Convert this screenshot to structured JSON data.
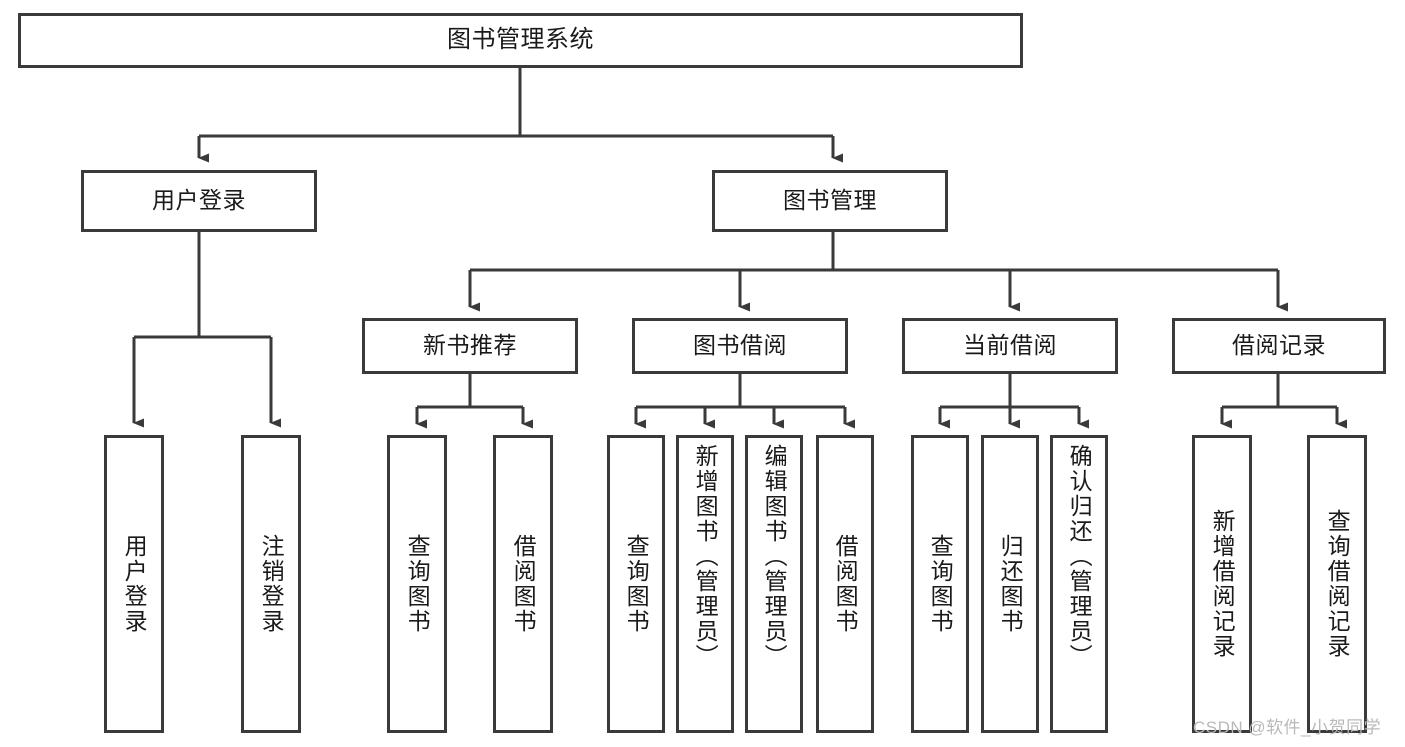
{
  "diagram": {
    "type": "tree-hierarchy",
    "title": "图书管理系统",
    "orientation": "top-down",
    "colors": {
      "node_border": "#3a3a3a",
      "node_fill": "#ffffff",
      "connector": "#3a3a3a",
      "text": "#1a1a1a",
      "watermark": "#b9b9b9",
      "background": "#ffffff"
    },
    "root": {
      "label": "图书管理系统"
    },
    "level2": [
      {
        "id": "user-login",
        "label": "用户登录"
      },
      {
        "id": "book-management",
        "label": "图书管理"
      }
    ],
    "level3": [
      {
        "id": "new-book-recommend",
        "label": "新书推荐",
        "parent": "book-management"
      },
      {
        "id": "book-borrow",
        "label": "图书借阅",
        "parent": "book-management"
      },
      {
        "id": "current-borrow",
        "label": "当前借阅",
        "parent": "book-management"
      },
      {
        "id": "borrow-record",
        "label": "借阅记录",
        "parent": "book-management"
      }
    ],
    "leaves": {
      "user-login": [
        {
          "id": "leaf-user-login",
          "label": "用户登录"
        },
        {
          "id": "leaf-user-logout",
          "label": "注销登录"
        }
      ],
      "new-book-recommend": [
        {
          "id": "leaf-query-book-1",
          "label": "查询图书"
        },
        {
          "id": "leaf-borrow-book-1",
          "label": "借阅图书"
        }
      ],
      "book-borrow": [
        {
          "id": "leaf-query-book-2",
          "label": "查询图书"
        },
        {
          "id": "leaf-add-book",
          "label": "新增图书（管理员）"
        },
        {
          "id": "leaf-edit-book",
          "label": "编辑图书（管理员）"
        },
        {
          "id": "leaf-borrow-book-2",
          "label": "借阅图书"
        }
      ],
      "current-borrow": [
        {
          "id": "leaf-query-book-3",
          "label": "查询图书"
        },
        {
          "id": "leaf-return-book",
          "label": "归还图书"
        },
        {
          "id": "leaf-confirm-return",
          "label": "确认归还（管理员）"
        }
      ],
      "borrow-record": [
        {
          "id": "leaf-add-record",
          "label": "新增借阅记录"
        },
        {
          "id": "leaf-query-record",
          "label": "查询借阅记录"
        }
      ]
    },
    "watermark": "CSDN @软件_小贺同学"
  }
}
